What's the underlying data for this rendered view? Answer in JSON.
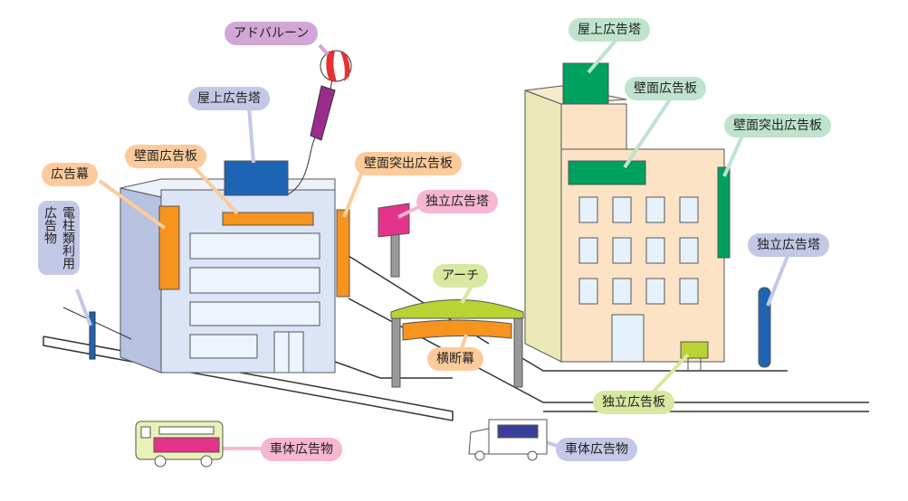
{
  "labels": {
    "ad_balloon": "アドバルーン",
    "rooftop_tower_left": "屋上広告塔",
    "wall_board_left": "壁面広告板",
    "ad_curtain": "広告幕",
    "pole_ad_col1": "電柱類利用",
    "pole_ad_col2": "広告物",
    "wall_projecting_left": "壁面突出広告板",
    "standalone_tower_left": "独立広告塔",
    "arch": "アーチ",
    "banner": "横断幕",
    "vehicle_ad_bus": "車体広告物",
    "vehicle_ad_truck": "車体広告物",
    "rooftop_tower_right": "屋上広告塔",
    "wall_board_right": "壁面広告板",
    "wall_projecting_right": "壁面突出広告板",
    "standalone_tower_right": "独立広告塔",
    "standalone_board": "独立広告板"
  },
  "colors": {
    "purple": "#d2a6d6",
    "bluegray": "#c3c8e6",
    "orange": "#fdcb9b",
    "pink": "#f7b6d2",
    "yellowgreen": "#d7e8a0",
    "green": "#bfe3cc"
  }
}
